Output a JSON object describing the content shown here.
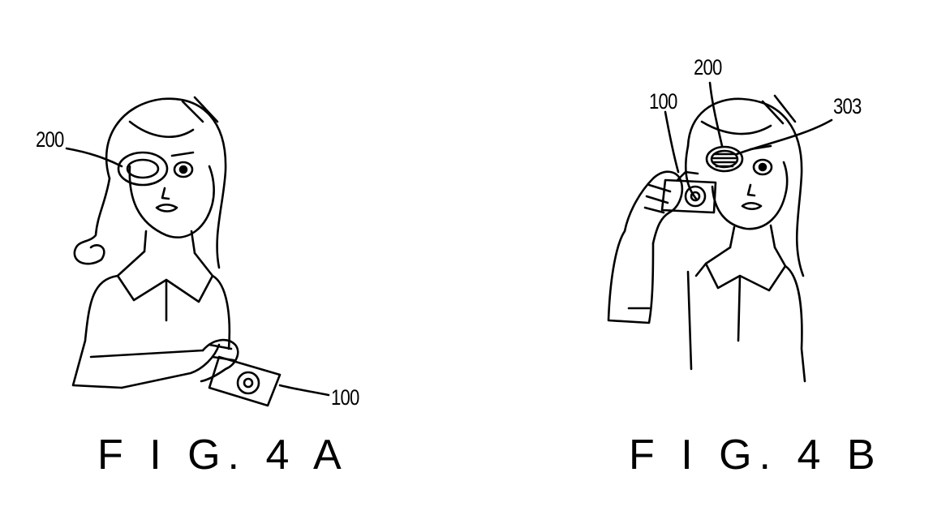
{
  "figures": [
    {
      "caption": "F I G. 4 A",
      "labels": {
        "wearable_device": "200",
        "camera": "100"
      }
    },
    {
      "caption": "F I G. 4 B",
      "labels": {
        "camera": "100",
        "wearable_device": "200",
        "display": "303"
      }
    }
  ]
}
